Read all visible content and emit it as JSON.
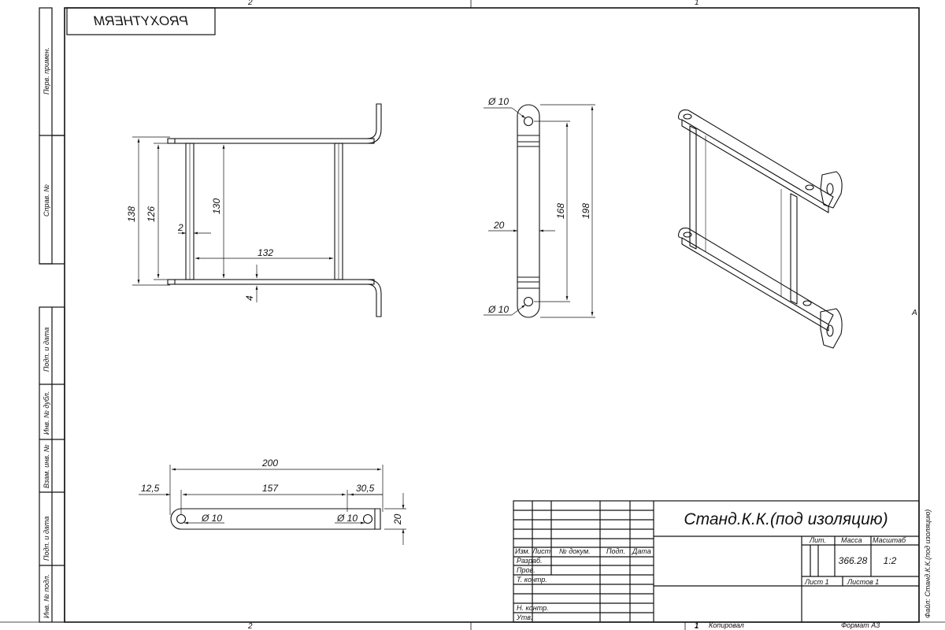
{
  "zones": {
    "top_left": "2",
    "top_right": "1",
    "bottom_left": "2",
    "bottom_right": "1",
    "right_marker": "A"
  },
  "stamp": "PROXYTHERM",
  "side_labels": [
    "Перв. примен.",
    "Справ. №",
    "Подп. и дата",
    "Инв. № дубл.",
    "Взам. инв. №",
    "Подп. и дата",
    "Инв. № подл."
  ],
  "dims": {
    "front": {
      "d138": "138",
      "d126": "126",
      "d130": "130",
      "d2": "2",
      "d132": "132",
      "d4": "4"
    },
    "side": {
      "phi_top": "Ø 10",
      "phi_bottom": "Ø 10",
      "d20": "20",
      "d168": "168",
      "d198": "198"
    },
    "strip": {
      "d200": "200",
      "d12_5": "12,5",
      "d157": "157",
      "d30_5": "30,5",
      "d20": "20",
      "phi1": "Ø 10",
      "phi2": "Ø 10"
    }
  },
  "title_block": {
    "title": "Станд.К.К.(под изоляцию)",
    "headers": {
      "izm": "Изм.",
      "list": "Лист",
      "doc": "№ докум.",
      "podp": "Подп.",
      "data": "Дата"
    },
    "rows": [
      "Разраб.",
      "Пров.",
      "Т. контр.",
      "Н. контр.",
      "Утв."
    ],
    "lit_label": "Лит.",
    "mass_label": "Масса",
    "scale_label": "Масштаб",
    "mass": "366.28",
    "scale": "1:2",
    "sheet": "Лист 1",
    "sheets": "Листов 1"
  },
  "file_label": "Файл: Станд.К.К.(под изоляцию)",
  "footer": {
    "num": "1",
    "copied": "Копировал",
    "format": "Формат А3"
  }
}
